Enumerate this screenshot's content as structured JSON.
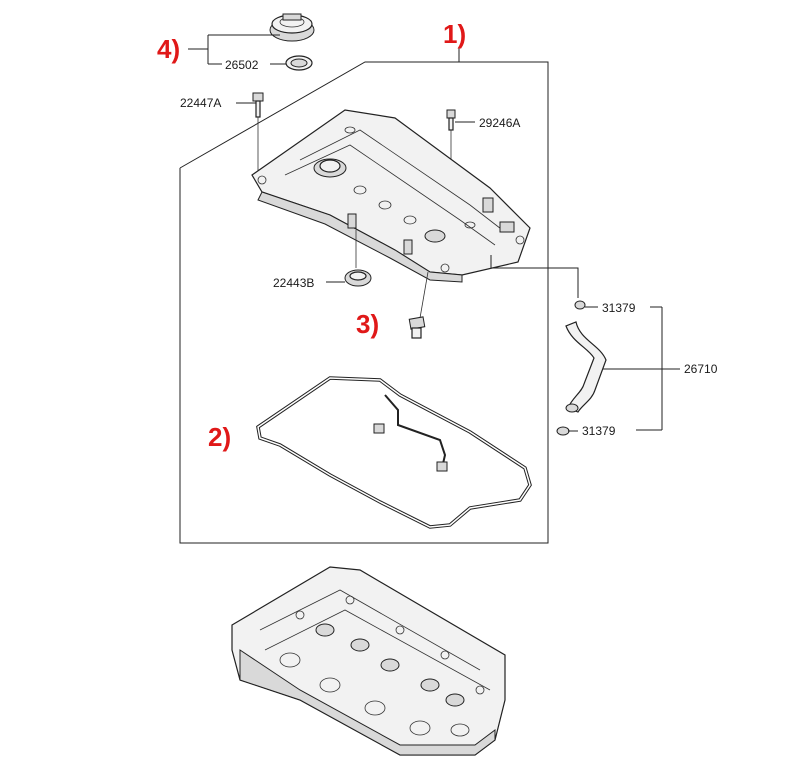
{
  "callouts": {
    "c1": "1)",
    "c2": "2)",
    "c3": "3)",
    "c4": "4)"
  },
  "part_numbers": {
    "p26502": "26502",
    "p22447A": "22447A",
    "p29246A": "29246A",
    "p22443B": "22443B",
    "p31379_top": "31379",
    "p26710": "26710",
    "p31379_bottom": "31379"
  },
  "colors": {
    "callout": "#e01818",
    "line": "#222222"
  }
}
